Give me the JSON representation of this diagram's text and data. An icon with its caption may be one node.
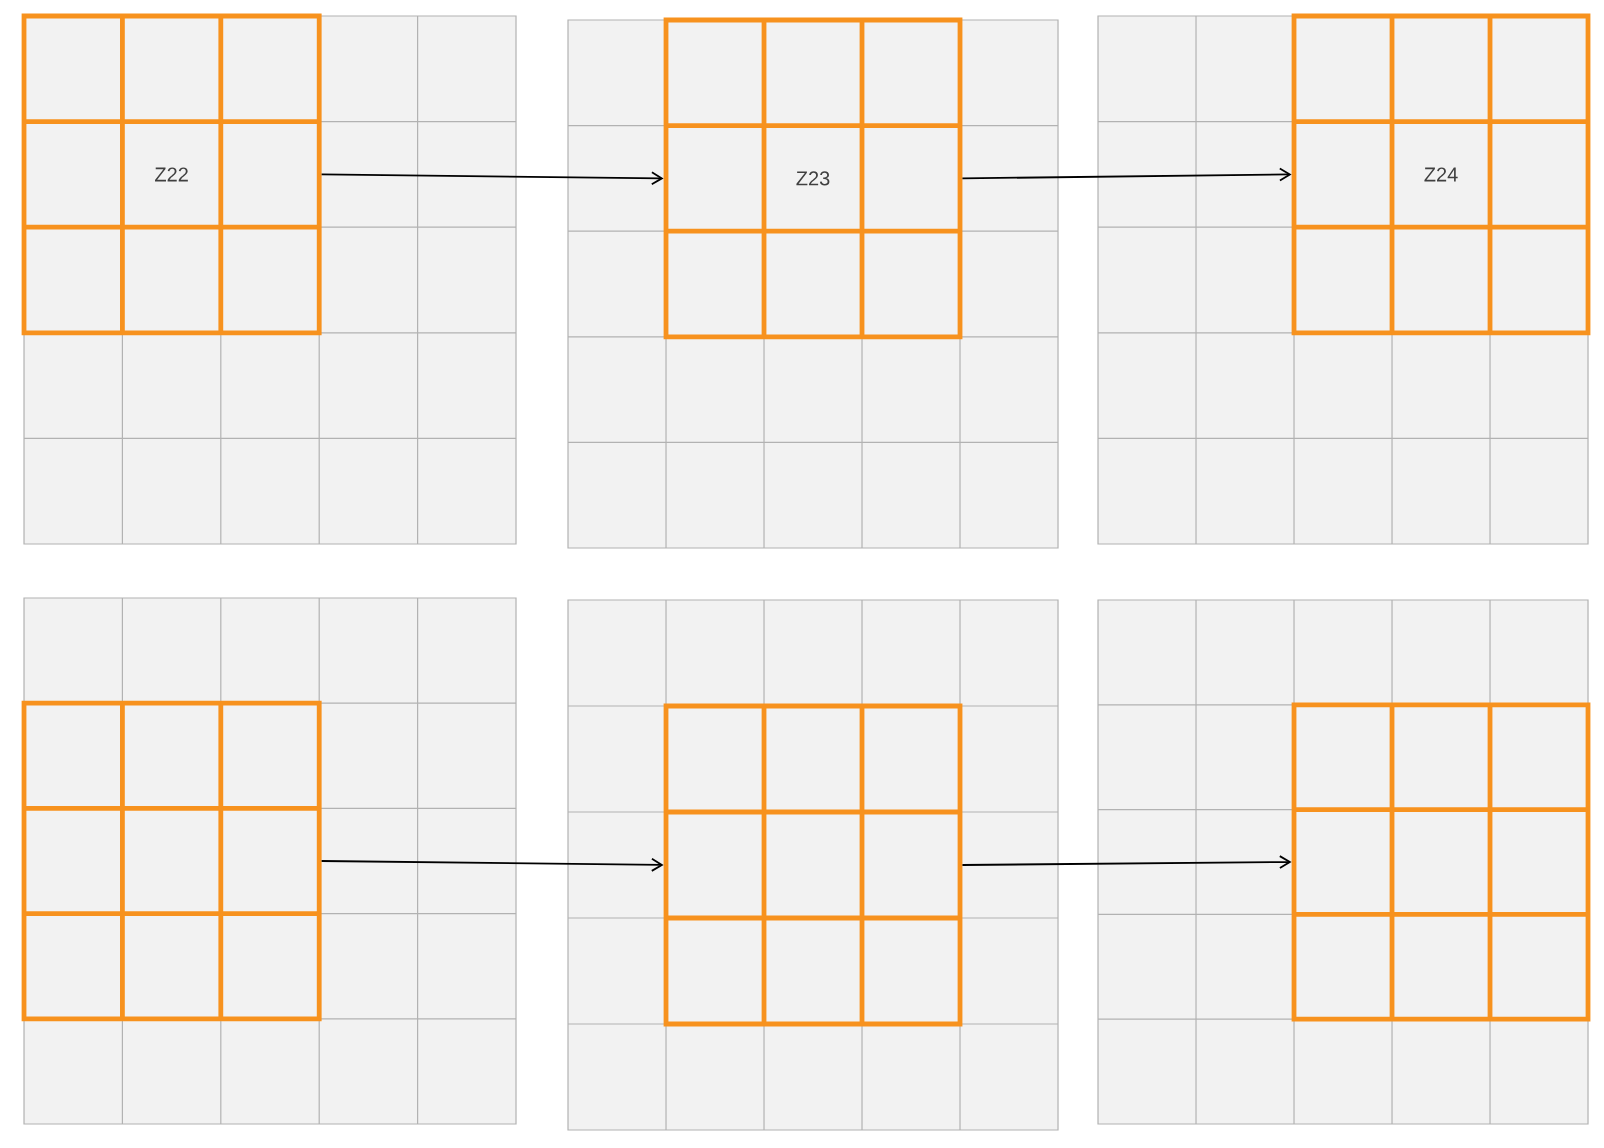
{
  "diagram": {
    "nodes": [
      {
        "text": [],
        "shape": "box"
      },
      {
        "text": [
          "Z22"
        ],
        "in": 0
      },
      {
        "text": [],
        "shape": "box"
      },
      {
        "text": [
          "Z23"
        ],
        "in": 2
      },
      {
        "text": [],
        "shape": "box"
      },
      {
        "text": [
          "Z24"
        ],
        "in": 4
      },
      {
        "text": [],
        "shape": "box"
      },
      {
        "text": [],
        "shape": "box",
        "in": 6
      },
      {
        "text": [],
        "shape": "box"
      },
      {
        "text": [],
        "shape": "box",
        "in": 8
      },
      {
        "text": [],
        "shape": "box"
      },
      {
        "text": [],
        "shape": "box",
        "in": 10
      }
    ],
    "edges": [
      {
        "from": 1,
        "to": 3,
        "arrow": "to"
      },
      {
        "from": 3,
        "to": 5,
        "arrow": "to"
      },
      {
        "from": 7,
        "to": 9,
        "arrow": "to"
      },
      {
        "from": 9,
        "to": 11,
        "arrow": "to"
      }
    ]
  }
}
